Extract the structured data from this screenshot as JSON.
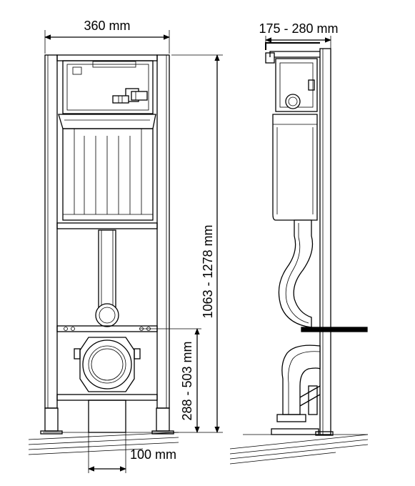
{
  "dimensions": {
    "frame_width": "360 mm",
    "depth_range": "175 - 280 mm",
    "height_range": "1063 - 1278 mm",
    "outlet_height_range": "288 - 503 mm",
    "outlet_offset": "100 mm"
  },
  "colors": {
    "line": "#000000",
    "background": "#ffffff"
  }
}
